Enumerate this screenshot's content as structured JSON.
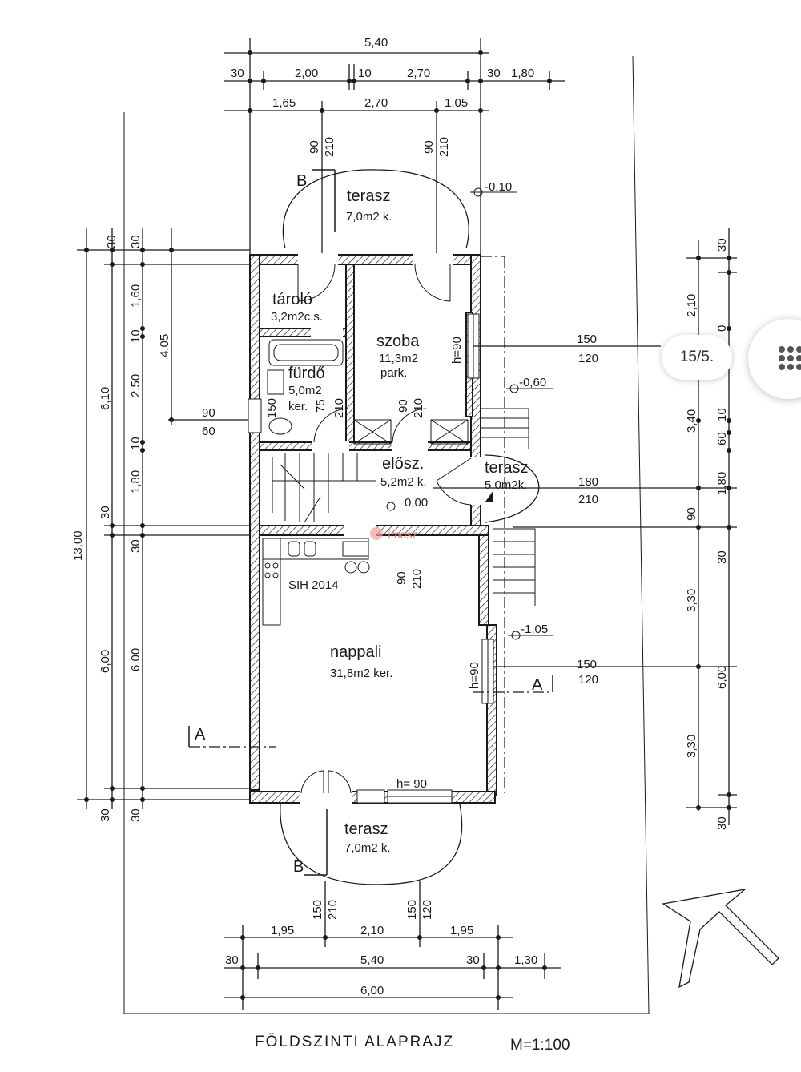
{
  "title": "FÖLDSZINTI ALAPRAJZ",
  "scale": "M=1:100",
  "page_indicator": "15/5.",
  "watermark": "ímosz",
  "rooms": {
    "terasz_top": {
      "name": "terasz",
      "area": "7,0m2 k."
    },
    "tarolo": {
      "name": "tároló",
      "area": "3,2m2c.s."
    },
    "szoba": {
      "name": "szoba",
      "area": "11,3m2",
      "floor": "park."
    },
    "furdo": {
      "name": "fürdő",
      "area": "5,0m2",
      "floor": "ker."
    },
    "elosz": {
      "name": "elősz.",
      "area": "5,2m2 k."
    },
    "terasz_side": {
      "name": "terasz",
      "area": "5,0m2k."
    },
    "nappali": {
      "name": "nappali",
      "area": "31,8m2 ker."
    },
    "terasz_bottom": {
      "name": "terasz",
      "area": "7,0m2 k."
    }
  },
  "labels": {
    "heater": "SIH 2014",
    "section_a_left": "A",
    "section_a_right": "A",
    "section_b_top": "B",
    "section_b_bottom": "B",
    "sill_szoba": "h=90",
    "sill_nappali": "h=90",
    "sill_bottom": "h= 90"
  },
  "levels": {
    "terasz_top": "-0,10",
    "elosz": "0,00",
    "entrance": "-0,60",
    "side_stair": "-1,05"
  },
  "dims_top": {
    "row1": [
      "5,40"
    ],
    "row2": [
      "30",
      "2,00",
      "10",
      "2,70",
      "30",
      "1,80"
    ],
    "row3": [
      "1,65",
      "2,70",
      "1,05"
    ],
    "openings_top": [
      "90",
      "210",
      "90",
      "210"
    ]
  },
  "dims_bottom": {
    "row1": [
      "1,95",
      "2,10",
      "1,95"
    ],
    "row2": [
      "30",
      "5,40",
      "30",
      "1,30"
    ],
    "row3": [
      "6,00"
    ],
    "openings_bottom": [
      "150",
      "210",
      "150",
      "120"
    ]
  },
  "dims_left": {
    "outer": [
      "13,00"
    ],
    "mid": [
      "6,10",
      "6,00"
    ],
    "inner": [
      "30",
      "1,60",
      "10",
      "2,50",
      "10",
      "1,80",
      "30",
      "6,00",
      "30"
    ],
    "inner2": [
      "30",
      "4,05"
    ],
    "bottom": [
      "30",
      "30"
    ],
    "window_furdo": [
      "90",
      "60"
    ],
    "furdo_door": [
      "150",
      "75",
      "210"
    ],
    "szoba_door": [
      "90",
      "210"
    ],
    "kitchen_door": [
      "90",
      "210"
    ]
  },
  "dims_right": {
    "chain": [
      "30",
      "2,10",
      "0",
      "3,40",
      "10",
      "60",
      "1,80",
      "90",
      "30",
      "3,30",
      "6,00",
      "3,30",
      "30"
    ],
    "window_szoba": [
      "150",
      "120"
    ],
    "door_entrance": [
      "180",
      "210"
    ],
    "window_nappali": [
      "150",
      "120"
    ]
  }
}
